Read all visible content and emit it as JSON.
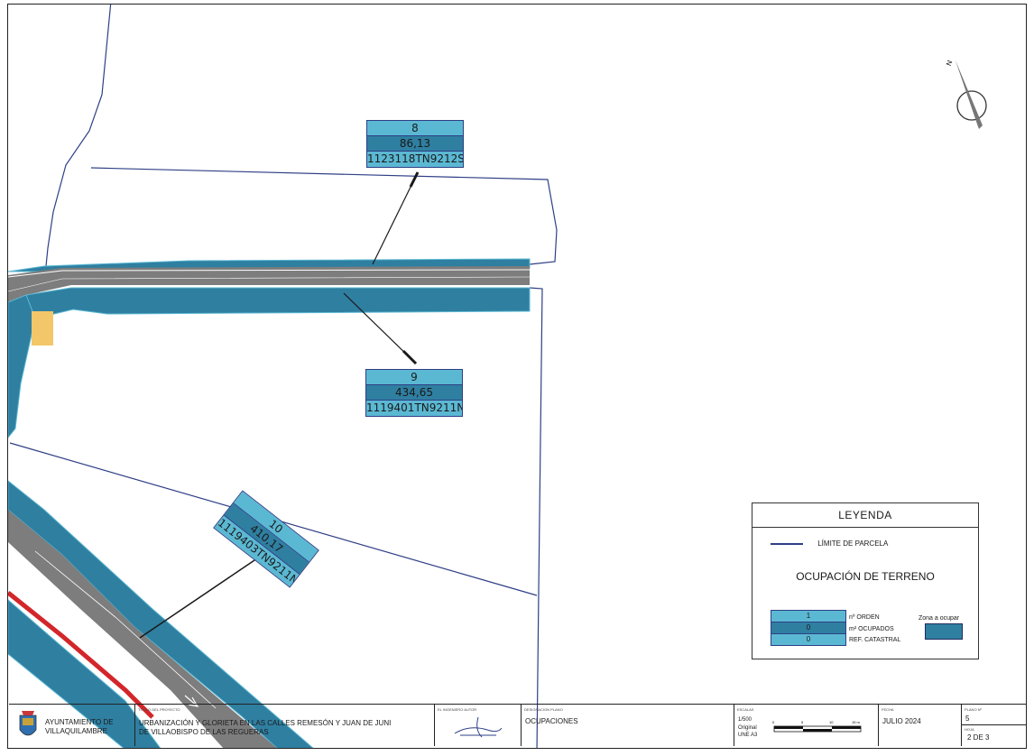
{
  "parcels": [
    {
      "order": "8",
      "area": "86,13",
      "ref": "1123118TN9212S"
    },
    {
      "order": "9",
      "area": "434,65",
      "ref": "1119401TN9211N"
    },
    {
      "order": "10",
      "area": "410,17",
      "ref": "1119403TN9211N"
    }
  ],
  "compass": {
    "label": "N"
  },
  "legend": {
    "title": "LEYENDA",
    "boundary_label": "LÍMITE DE PARCELA",
    "occupation_title": "OCUPACIÓN DE TERRENO",
    "sample": {
      "order": "1",
      "area": "0",
      "ref": "0"
    },
    "sample_labels": {
      "order": "nº ORDEN",
      "area": "m² OCUPADOS",
      "ref": "REF. CATASTRAL"
    },
    "zone_label": "Zona a ocupar"
  },
  "title_block": {
    "municipality_line1": "AYUNTAMIENTO DE",
    "municipality_line2": "VILLAQUILAMBRE",
    "project_caption": "TITULO DEL PROYECTO",
    "project_line1": "URBANIZACIÓN Y GLORIETA EN LAS CALLES REMESÓN Y JUAN DE JUNI",
    "project_line2": "DE VILLAOBISPO DE LAS REGUERAS",
    "engineer_caption": "EL INGENIERO AUTOR",
    "plan_caption": "DESIGNACION PLANO",
    "plan_name": "OCUPACIONES",
    "scale_caption": "ESCALAS",
    "scale_value": "1/500",
    "scale_original": "Original",
    "scale_format": "UNE A3",
    "scale_ticks": [
      "0",
      "5",
      "10",
      "15 m"
    ],
    "date_caption": "FECHA",
    "date_value": "JULIO 2024",
    "plan_no_caption": "PLANO Nº",
    "plan_no": "5",
    "sheet_caption": "HOJA",
    "sheet_value": "2 DE 3"
  },
  "colors": {
    "parcel_boundary": "#2e3f86",
    "occupied_zone": "#2f7fa1",
    "label_light": "#5bb8d3",
    "road": "#7d7d7d",
    "other_area": "#f3c66a"
  }
}
